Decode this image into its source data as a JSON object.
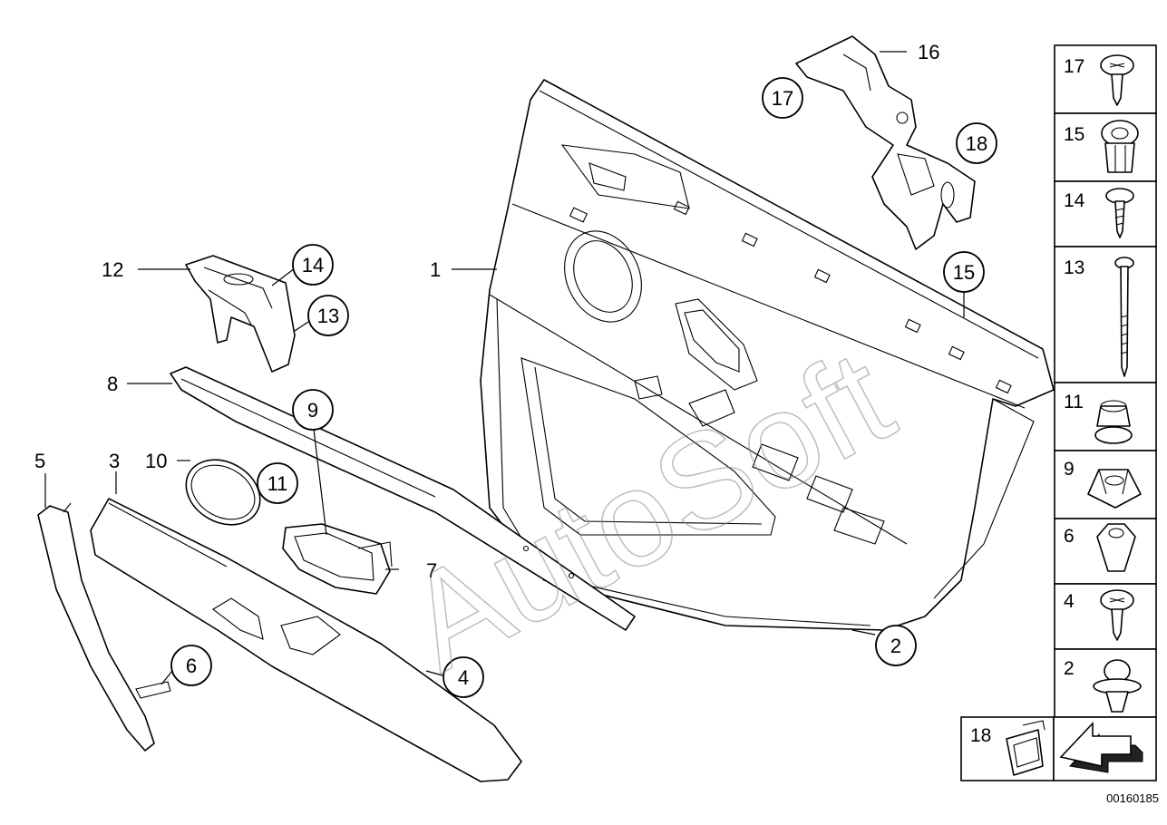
{
  "diagram": {
    "watermark": "AutoSoft",
    "reference_number": "00160185",
    "callouts": {
      "c1": "1",
      "c2": "2",
      "c3": "3",
      "c4": "4",
      "c5": "5",
      "c6": "6",
      "c7": "7",
      "c8": "8",
      "c9": "9",
      "c10": "10",
      "c11": "11",
      "c12": "12",
      "c13": "13",
      "c14": "14",
      "c15": "15",
      "c16": "16",
      "c17": "17",
      "c18": "18"
    },
    "legend": {
      "r17": "17",
      "r15": "15",
      "r14": "14",
      "r13": "13",
      "r11": "11",
      "r9": "9",
      "r6": "6",
      "r4": "4",
      "r2": "2",
      "r18": "18"
    }
  }
}
